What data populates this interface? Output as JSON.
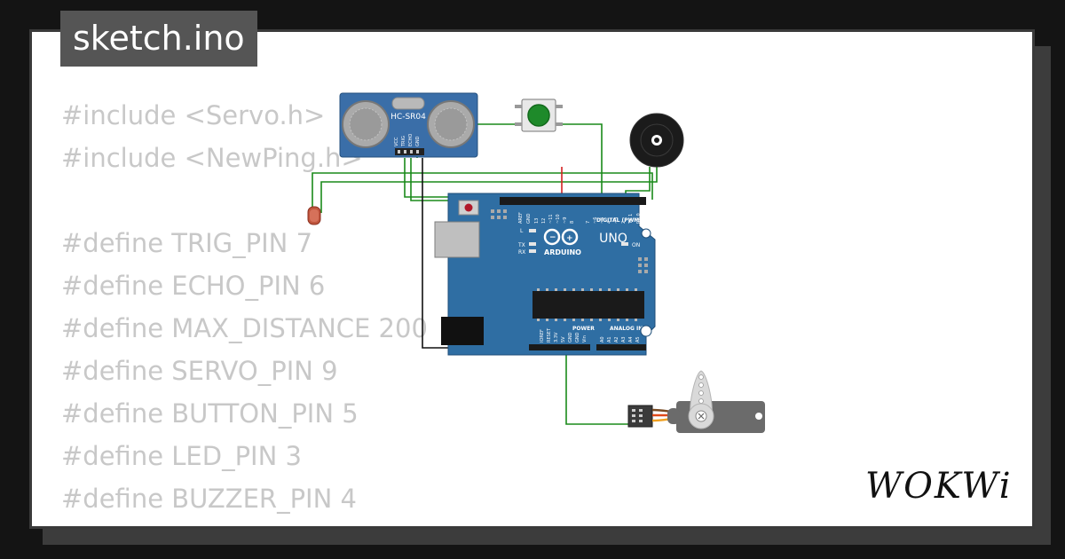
{
  "file_tab": {
    "label": "sketch.ino"
  },
  "code_lines": [
    "#include <Servo.h>",
    "#include <NewPing.h>",
    "",
    "#define TRIG_PIN 7",
    "#define ECHO_PIN 6",
    "#define MAX_DISTANCE 200",
    "#define SERVO_PIN 9",
    "#define BUTTON_PIN 5",
    "#define LED_PIN 3",
    "#define BUZZER_PIN 4"
  ],
  "sensor": {
    "model": "HC-SR04",
    "pins": [
      "VCC",
      "TRIG",
      "ECHO",
      "GND"
    ]
  },
  "arduino": {
    "brand": "ARDUINO",
    "model": "UNO",
    "header_top": "DIGITAL (PWM ~)",
    "digital_pins": [
      "AREF",
      "GND",
      "13",
      "12",
      "~11",
      "~10",
      "~9",
      "8",
      "7",
      "~6",
      "~5",
      "4",
      "~3",
      "2",
      "TX 1",
      "RX 0"
    ],
    "labels_left": [
      "L",
      "TX",
      "RX"
    ],
    "on_label": "ON",
    "power_label": "POWER",
    "power_pins": [
      "IOREF",
      "RESET",
      "3.3V",
      "5V",
      "GND",
      "GND",
      "Vin"
    ],
    "analog_label": "ANALOG IN",
    "analog_pins": [
      "A0",
      "A1",
      "A2",
      "A3",
      "A4",
      "A5"
    ]
  },
  "logo": {
    "text": "WOKWi"
  },
  "colors": {
    "board": "#2f6ea3",
    "sensor": "#3a6ea8",
    "wire_green": "#1a8a1a",
    "wire_red": "#d42020",
    "wire_black": "#111111",
    "button_cap": "#1e8a2a",
    "servo_body": "#6b6b6b",
    "code_text": "#c8c8c8"
  }
}
